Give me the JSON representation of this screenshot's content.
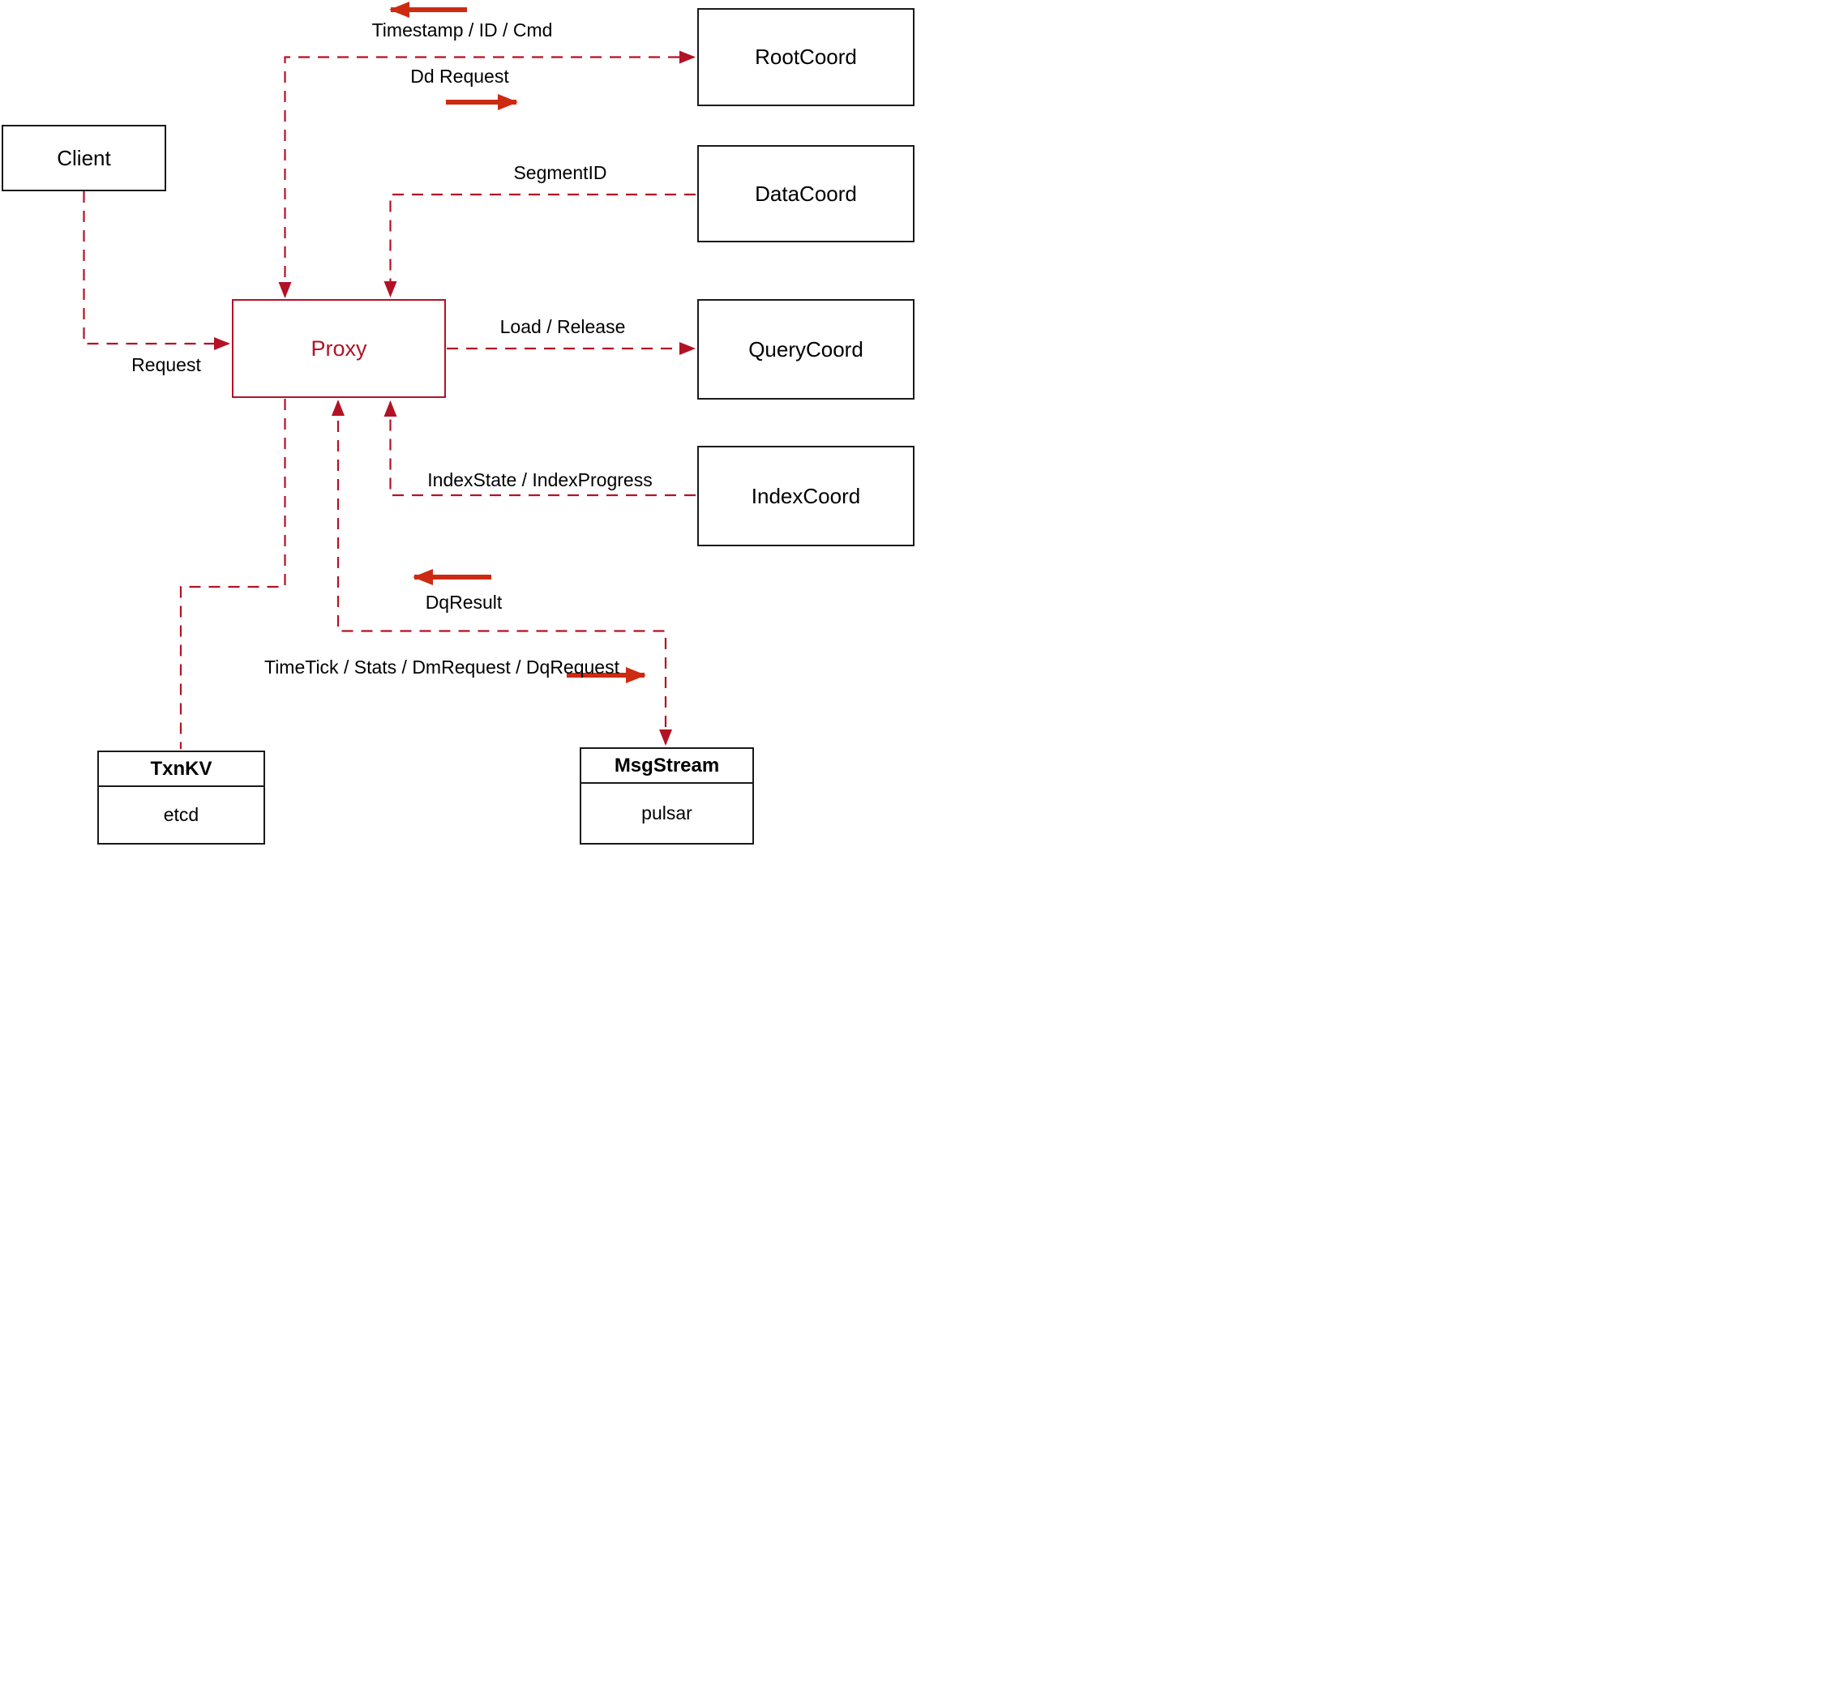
{
  "diagram": {
    "nodes": {
      "client": {
        "label": "Client"
      },
      "proxy": {
        "label": "Proxy"
      },
      "rootcoord": {
        "label": "RootCoord"
      },
      "datacoord": {
        "label": "DataCoord"
      },
      "querycoord": {
        "label": "QueryCoord"
      },
      "indexcoord": {
        "label": "IndexCoord"
      },
      "txnkv": {
        "label": "TxnKV",
        "sublabel": "etcd"
      },
      "msgstream": {
        "label": "MsgStream",
        "sublabel": "pulsar"
      }
    },
    "edge_labels": {
      "timestamp_id_cmd": "Timestamp / ID / Cmd",
      "dd_request": "Dd Request",
      "segment_id": "SegmentID",
      "load_release": "Load / Release",
      "request": "Request",
      "index_state": "IndexState / IndexProgress",
      "dq_result": "DqResult",
      "time_tick": "TimeTick / Stats / DmRequest / DqRequest"
    },
    "edges": [
      {
        "from": "Client",
        "to": "Proxy",
        "label": "Request"
      },
      {
        "from": "RootCoord",
        "to": "Proxy",
        "label": "Timestamp / ID / Cmd"
      },
      {
        "from": "Proxy",
        "to": "RootCoord",
        "label": "Dd Request"
      },
      {
        "from": "DataCoord",
        "to": "Proxy",
        "label": "SegmentID"
      },
      {
        "from": "Proxy",
        "to": "QueryCoord",
        "label": "Load / Release"
      },
      {
        "from": "IndexCoord",
        "to": "Proxy",
        "label": "IndexState / IndexProgress"
      },
      {
        "from": "MsgStream",
        "to": "Proxy",
        "label": "DqResult"
      },
      {
        "from": "Proxy",
        "to": "MsgStream",
        "label": "TimeTick / Stats / DmRequest / DqRequest"
      },
      {
        "from": "Proxy",
        "to": "TxnKV",
        "label": ""
      }
    ],
    "colors": {
      "edge_red": "#b31225",
      "arrow_red": "#cc2b12",
      "box_black": "#1a1a1a"
    }
  }
}
